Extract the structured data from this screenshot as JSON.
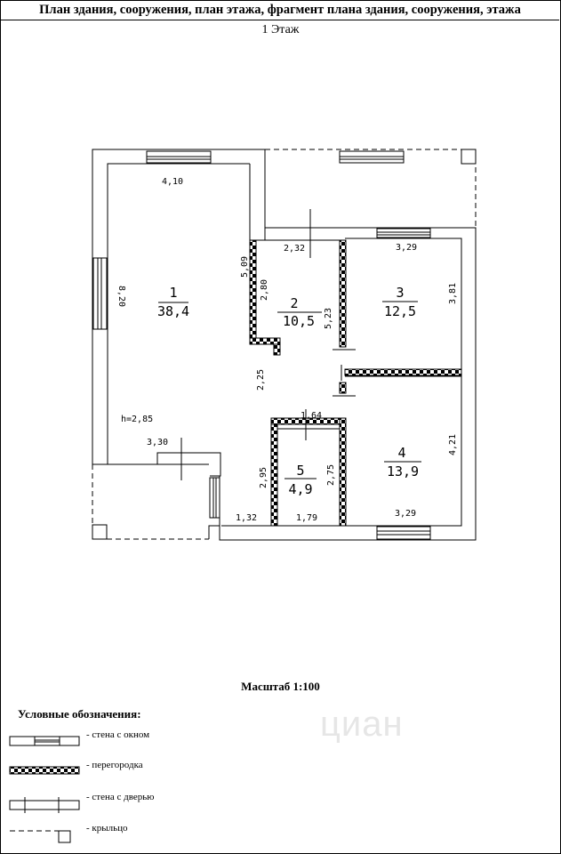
{
  "header": {
    "title": "План здания, сооружения, план этажа, фрагмент плана здания, сооружения, этажа"
  },
  "floor_label": "1 Этаж",
  "rooms": [
    {
      "id": "1",
      "area": "38,4"
    },
    {
      "id": "2",
      "area": "10,5"
    },
    {
      "id": "3",
      "area": "12,5"
    },
    {
      "id": "4",
      "area": "13,9"
    },
    {
      "id": "5",
      "area": "4,9"
    }
  ],
  "dimensions": {
    "r1_top": "4,10",
    "r1_side": "8,20",
    "r1_bottom": "3,30",
    "height": "h=2,85",
    "r2_top": "2,32",
    "r2_side_a": "5,09",
    "r2_side_b": "2,80",
    "r2_right": "5,23",
    "corridor": "2,25",
    "r3_top": "3,29",
    "r3_side": "3,81",
    "r5_top": "1,64",
    "r5_left": "2,95",
    "r5_right": "2,75",
    "r5_bottom": "1,79",
    "lobby": "1,32",
    "r4_side": "4,21",
    "r4_bottom": "3,29"
  },
  "scale": "Масштаб 1:100",
  "legend": {
    "title": "Условные обозначения:",
    "items": [
      {
        "symbol": "window-wall",
        "label": "- стена с окном"
      },
      {
        "symbol": "partition",
        "label": "- перегородка"
      },
      {
        "symbol": "door-wall",
        "label": "- стена с дверью"
      },
      {
        "symbol": "porch",
        "label": "- крыльцо"
      }
    ]
  },
  "watermark": "циан"
}
